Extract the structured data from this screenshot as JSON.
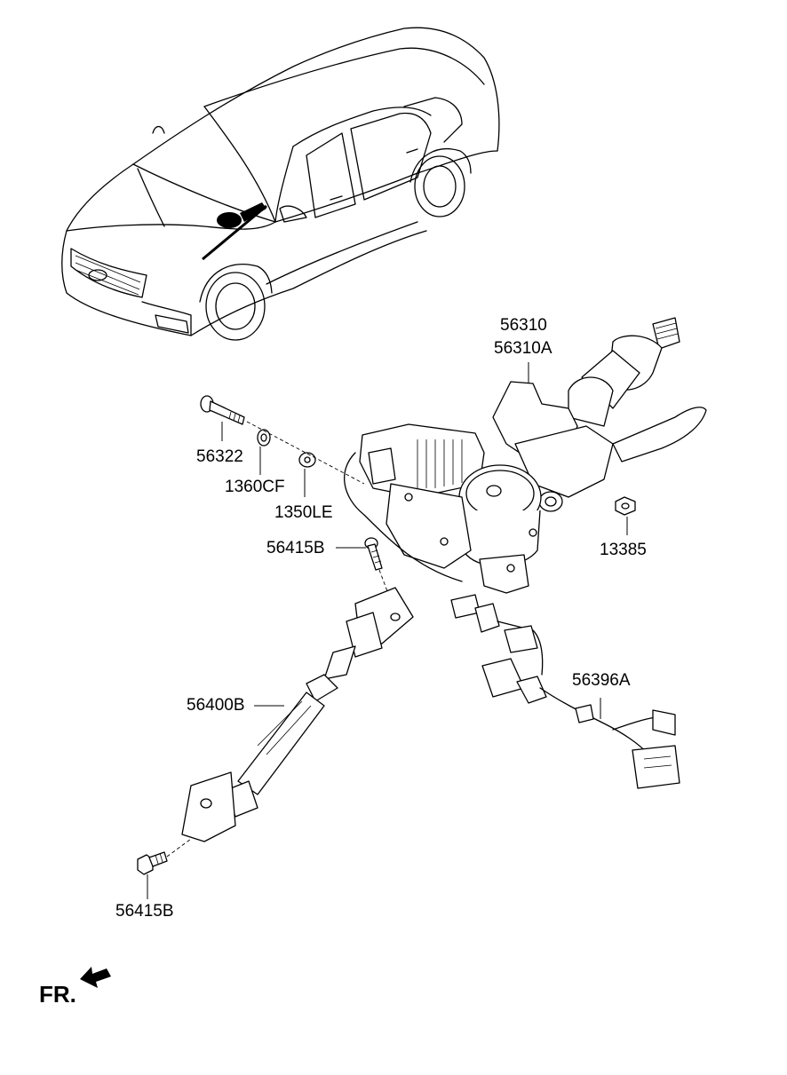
{
  "labels": {
    "p56310": "56310",
    "p56310A": "56310A",
    "p56322": "56322",
    "p1360CF": "1360CF",
    "p1350LE": "1350LE",
    "p56415B_top": "56415B",
    "p13385": "13385",
    "p56396A": "56396A",
    "p56400B": "56400B",
    "p56415B_bottom": "56415B"
  },
  "direction": {
    "text": "FR.",
    "icon": "arrow-left-down-icon"
  }
}
